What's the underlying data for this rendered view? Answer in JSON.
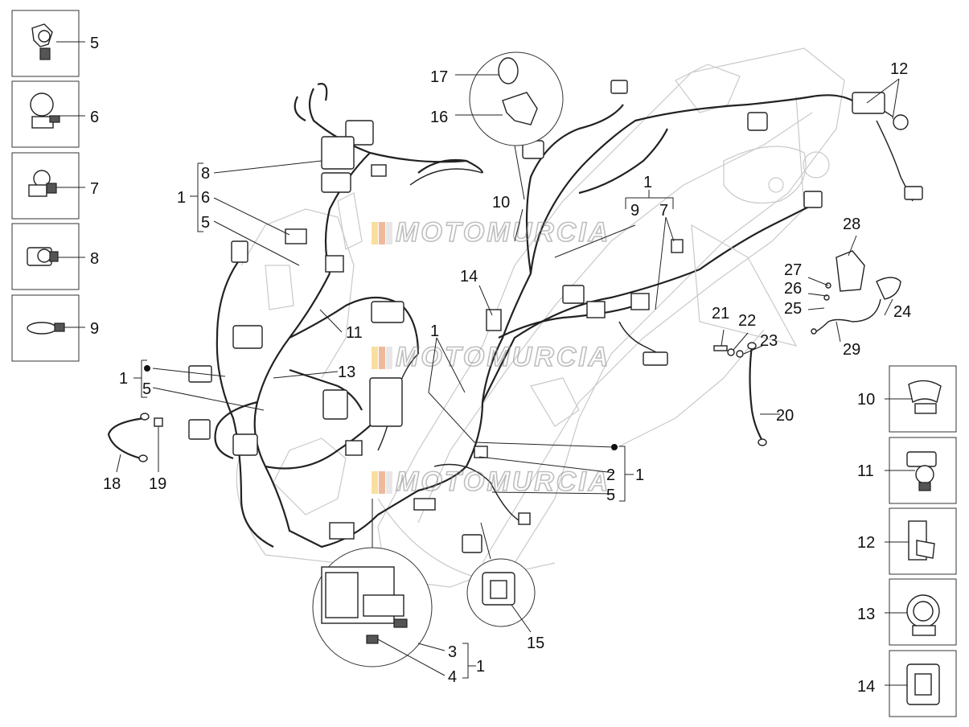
{
  "watermark": {
    "text": "MOTOMURCIA"
  },
  "legend_left": [
    {
      "id": "5",
      "label": "5",
      "icon": "clip-icon"
    },
    {
      "id": "6",
      "label": "6",
      "icon": "cable-clamp-icon"
    },
    {
      "id": "7",
      "label": "7",
      "icon": "clip-icon"
    },
    {
      "id": "8",
      "label": "8",
      "icon": "clip-icon"
    },
    {
      "id": "9",
      "label": "9",
      "icon": "cable-tie-icon"
    }
  ],
  "legend_right": [
    {
      "id": "10",
      "label": "10",
      "icon": "clip-icon"
    },
    {
      "id": "11",
      "label": "11",
      "icon": "clip-icon"
    },
    {
      "id": "12",
      "label": "12",
      "icon": "clip-icon"
    },
    {
      "id": "13",
      "label": "13",
      "icon": "clamp-icon"
    },
    {
      "id": "14",
      "label": "14",
      "icon": "clip-icon"
    }
  ],
  "callouts": {
    "c1a": "1",
    "c1b": "1",
    "c1c": "1",
    "c1d": "1",
    "c1e": "1",
    "c1f": "1",
    "c2": "2",
    "c3": "3",
    "c4": "4",
    "c5a": "5",
    "c5b": "5",
    "c5c": "5",
    "c6": "6",
    "c7": "7",
    "c8": "8",
    "c9": "9",
    "c10": "10",
    "c11": "11",
    "c12": "12",
    "c13": "13",
    "c14": "14",
    "c15": "15",
    "c16": "16",
    "c17": "17",
    "c18": "18",
    "c19": "19",
    "c20": "20",
    "c21": "21",
    "c22": "22",
    "c23": "23",
    "c24": "24",
    "c25": "25",
    "c26": "26",
    "c27": "27",
    "c28": "28",
    "c29": "29"
  }
}
